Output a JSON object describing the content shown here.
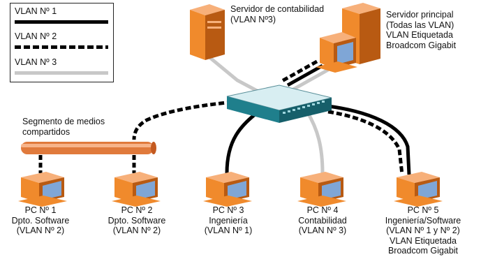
{
  "legend": {
    "items": [
      {
        "label": "VLAN Nº 1",
        "style": "solid",
        "color": "#000000"
      },
      {
        "label": "VLAN Nº 2",
        "style": "dashed",
        "color": "#000000"
      },
      {
        "label": "VLAN Nº 3",
        "style": "solid",
        "color": "#c8c8c8"
      }
    ]
  },
  "segment": {
    "line1": "Segmento de medios",
    "line2": "compartidos"
  },
  "server_accounting": {
    "line1": "Servidor de contabilidad",
    "line2": "(VLAN Nº3)"
  },
  "server_main": {
    "line1": "Servidor principal",
    "line2": "(Todas las VLAN)",
    "line3": "VLAN Etiquetada",
    "line4": "Broadcom Gigabit"
  },
  "pcs": [
    {
      "line1": "PC Nº 1",
      "line2": "Dpto. Software",
      "line3": "(VLAN Nº 2)"
    },
    {
      "line1": "PC Nº 2",
      "line2": "Dpto. Software",
      "line3": "(VLAN Nº 2)"
    },
    {
      "line1": "PC Nº 3",
      "line2": "Ingeniería",
      "line3": "(VLAN Nº 1)"
    },
    {
      "line1": "PC Nº 4",
      "line2": "Contabilidad",
      "line3": "(VLAN Nº 3)"
    },
    {
      "line1": "PC Nº 5",
      "line2": "Ingeniería/Software",
      "line3": "(VLAN Nº 1 y Nº 2)",
      "line4": "VLAN Etiquetada",
      "line5": "Broadcom Gigabit"
    }
  ],
  "colors": {
    "device_orange": "#f08a2c",
    "device_dark": "#b85a12",
    "screen_blue": "#7fa6d6",
    "switch_teal": "#1f7f8c",
    "switch_top": "#d8eef2",
    "vlan3_grey": "#c8c8c8",
    "bus_orange": "#e07a3c"
  }
}
